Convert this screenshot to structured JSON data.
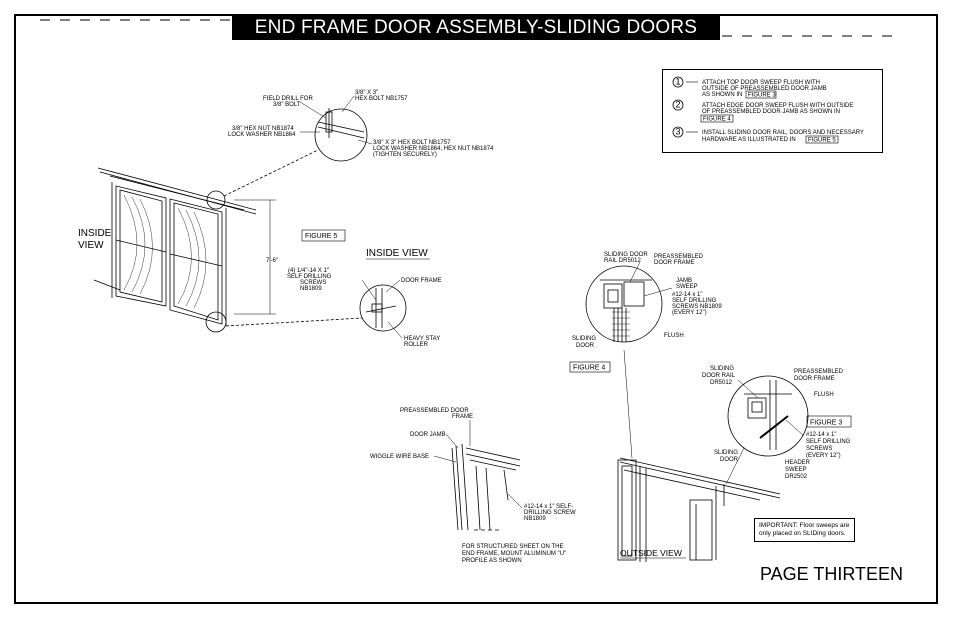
{
  "title": "END FRAME DOOR ASSEMBLY-SLIDING DOORS",
  "page_label": "PAGE THIRTEEN",
  "notes": [
    {
      "num": "1",
      "lines": [
        "ATTACH TOP DOOR SWEEP FLUSH WITH",
        "OUTSIDE OF PREASSEMBLED DOOR JAMB",
        "AS SHOWN IN"
      ],
      "ref": "FIGURE 3"
    },
    {
      "num": "2",
      "lines": [
        "ATTACH EDGE DOOR SWEEP FLUSH WITH OUTSIDE",
        "OF PREASSEMBLED DOOR JAMB AS SHOWN IN"
      ],
      "ref": "FIGURE 4"
    },
    {
      "num": "3",
      "lines": [
        "INSTALL SLIDING DOOR RAIL, DOORS AND NECESSARY",
        "HARDWARE AS ILLUSTRATED IN"
      ],
      "ref": "FIGURE 5"
    }
  ],
  "figure5": {
    "label": "FIGURE 5",
    "view_left": "INSIDE",
    "view_left2": "VIEW",
    "inside_view": "INSIDE VIEW",
    "field_drill_1": "FIELD DRILL FOR",
    "field_drill_2": "3/8\" BOLT",
    "hex_bolt_1": "3/8\" X 3\"",
    "hex_bolt_2": "HEX BOLT NB1757",
    "hex_nut_1": "3/8\" HEX NUT NB1874",
    "hex_nut_2": "LOCK WASHER NB1864",
    "bolt_stack_1": "3/8\" X 3\" HEX BOLT NB1757",
    "bolt_stack_2": "LOCK WASHER NB1864, HEX NUT NB1874",
    "bolt_stack_3": "(TIGHTEN SECURELY)",
    "dimension": "7'-6\"",
    "screws_1": "(4) 1/4\"-14 X 1\"",
    "screws_2": "SELF DRILLING",
    "screws_3": "SCREWS",
    "screws_4": "NB1809",
    "door_frame": "DOOR FRAME",
    "roller_1": "HEAVY STAY",
    "roller_2": "ROLLER"
  },
  "figure4": {
    "label": "FIGURE 4",
    "rail_1": "SLIDING DOOR",
    "rail_2": "RAIL DR5012",
    "frame_1": "PREASSEMBLED",
    "frame_2": "DOOR FRAME",
    "jamb_1": "JAMB",
    "jamb_2": "SWEEP",
    "jamb_3": "#12-14 x 1\"",
    "jamb_4": "SELF DRILLING",
    "jamb_5": "SCREWS NB1809",
    "jamb_6": "(EVERY 12\")",
    "sliding_1": "SLIDING",
    "sliding_2": "DOOR",
    "flush": "FLUSH"
  },
  "figure3": {
    "label": "FIGURE 3",
    "rail_1": "SLIDING",
    "rail_2": "DOOR RAIL",
    "rail_3": "DR5012",
    "frame_1": "PREASSEMBLED",
    "frame_2": "DOOR FRAME",
    "flush": "FLUSH",
    "screw_1": "#12-14 x 1\"",
    "screw_2": "SELF DRILLING",
    "screw_3": "SCREWS",
    "screw_4": "(EVERY 12\")",
    "sliding_1": "SLIDING",
    "sliding_2": "DOOR",
    "header_1": "HEADER",
    "header_2": "SWEEP",
    "header_3": "DR2502"
  },
  "bottom": {
    "frame_1": "PREASSEMBLED DOOR",
    "frame_2": "FRAME",
    "door_jamb": "DOOR JAMB",
    "wiggle": "WIGGLE WIRE BASE",
    "screw_1": "#12-14 x 1\" SELF-",
    "screw_2": "DRILLING SCREW",
    "screw_3": "NB1809",
    "struct_1": "FOR STRUCTURED SHEET ON THE",
    "struct_2": "END FRAME, MOUNT ALUMINUM \"U\"",
    "struct_3": "PROFILE AS SHOWN",
    "outside_view": "OUTSIDE VIEW"
  },
  "important_1": "IMPORTANT: Floor sweeps are",
  "important_2": "only placed on SLIDing doors."
}
